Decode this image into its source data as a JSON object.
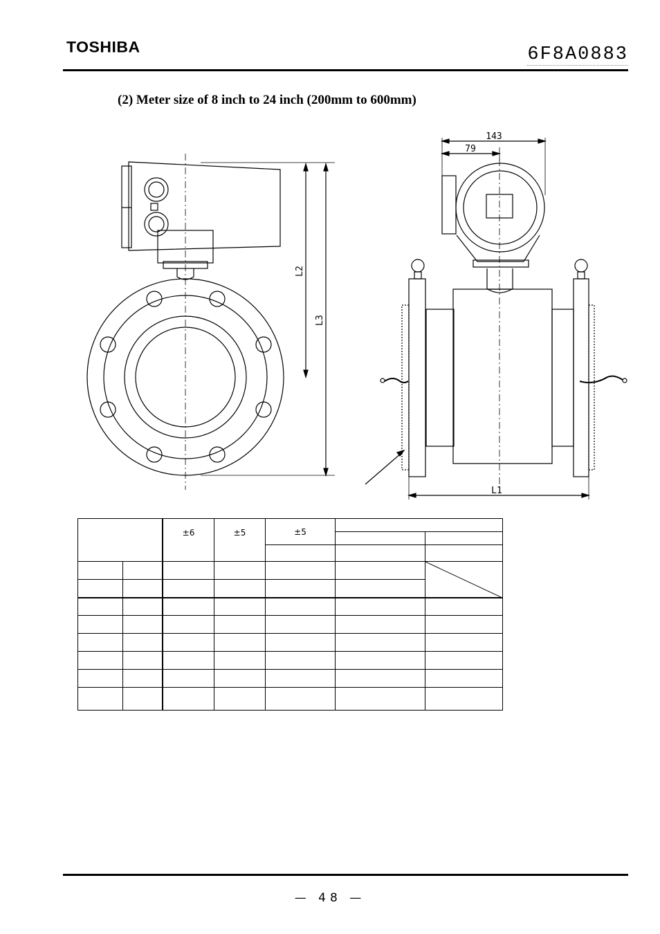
{
  "header": {
    "logo": "TOSHIBA",
    "doc_number": "6F8A0883"
  },
  "section_title": "(2) Meter size of 8 inch to 24 inch (200mm to 600mm)",
  "drawing": {
    "dim_143": "143",
    "dim_79": "79",
    "label_l1": "L1",
    "label_l2": "L2",
    "label_l3": "L3"
  },
  "table": {
    "tolerance_l1": "±6",
    "tolerance_l2": "±5",
    "tolerance_l3": "±5"
  },
  "footer": {
    "page_number": "— 48 —"
  }
}
